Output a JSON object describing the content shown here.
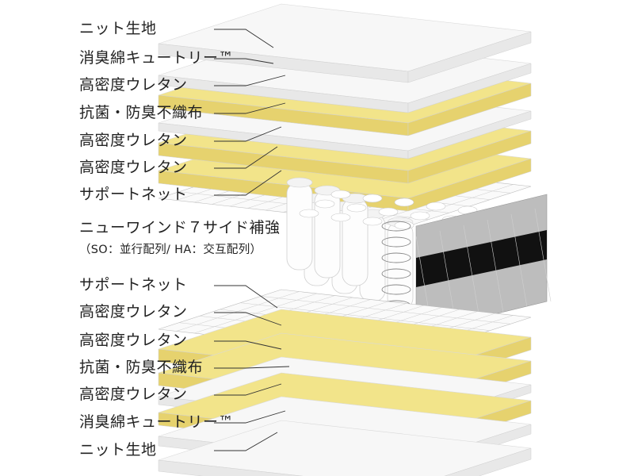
{
  "labels": {
    "top": [
      "ニット生地",
      "消臭綿キュートリー™",
      "高密度ウレタン",
      "抗菌・防臭不織布",
      "高密度ウレタン",
      "高密度ウレタン",
      "サポートネット"
    ],
    "core": {
      "title": "ニューワインド７サイド補強",
      "note": "（SO：並行配列/ HA：交互配列）"
    },
    "bottom": [
      "サポートネット",
      "高密度ウレタン",
      "高密度ウレタン",
      "抗菌・防臭不織布",
      "高密度ウレタン",
      "消臭綿キュートリー™",
      "ニット生地"
    ]
  },
  "colors": {
    "urethane": "#f2e48a",
    "urethane_side": "#e6d26e",
    "white_layer": "#f7f7f7",
    "white_side": "#e8e8e8",
    "band": "#111111",
    "border_panel": "#bdbdbd",
    "leader_line": "#333333"
  }
}
